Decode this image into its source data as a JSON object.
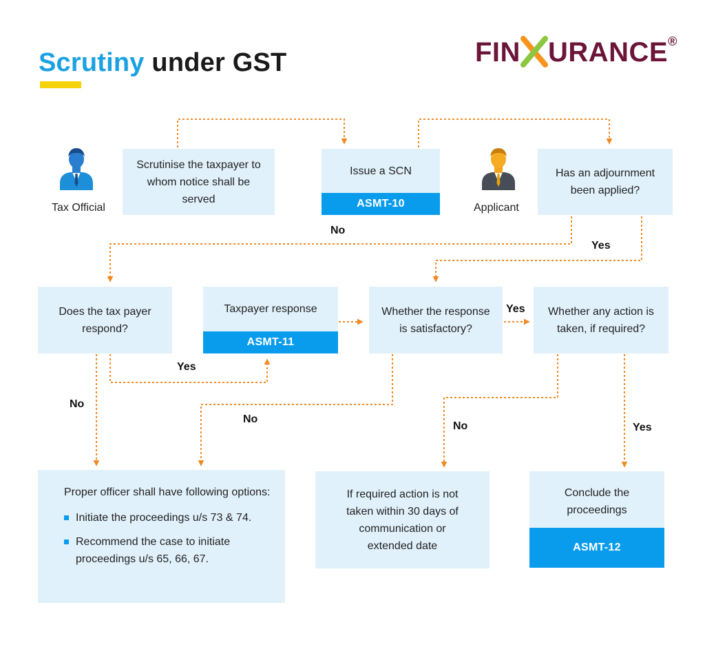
{
  "header": {
    "title_highlight": "Scrutiny",
    "title_rest": "under GST",
    "logo_left": "FIN",
    "logo_right": "URANCE",
    "logo_mark": "®"
  },
  "roles": {
    "tax_official": "Tax Official",
    "applicant": "Applicant"
  },
  "boxes": {
    "scrutinise": "Scrutinise the taxpayer to whom notice shall be served",
    "issue_scn": "Issue a SCN",
    "issue_scn_form": "ASMT-10",
    "adjournment": "Has an adjournment been applied?",
    "respond": "Does the tax payer respond?",
    "taxpayer_response": "Taxpayer response",
    "taxpayer_response_form": "ASMT-11",
    "satisfactory": "Whether the response is satisfactory?",
    "action_taken": "Whether any action is taken, if required?",
    "options_head": "Proper officer shall have following options:",
    "options_items": [
      "Initiate the proceedings u/s 73 & 74.",
      "Recommend the case to initiate proceedings u/s 65, 66, 67."
    ],
    "not_taken": "If required action is not taken within 30 days of communication or extended date",
    "conclude": "Conclude the proceedings",
    "conclude_form": "ASMT-12"
  },
  "edge_labels": {
    "adjourn_no": "No",
    "adjourn_yes": "Yes",
    "respond_yes": "Yes",
    "respond_no": "No",
    "satisfactory_yes": "Yes",
    "satisfactory_no": "No",
    "action_no": "No",
    "action_yes": "Yes"
  },
  "colors": {
    "accent_blue": "#1ba1e2",
    "badge_blue": "#0a9cec",
    "box_fill": "#e1f1fb",
    "connector_orange": "#f08a24",
    "logo_maroon": "#6b1538",
    "logo_x_green": "#8dc63f",
    "logo_x_orange": "#f7941d",
    "underline_yellow": "#f5d20a"
  }
}
